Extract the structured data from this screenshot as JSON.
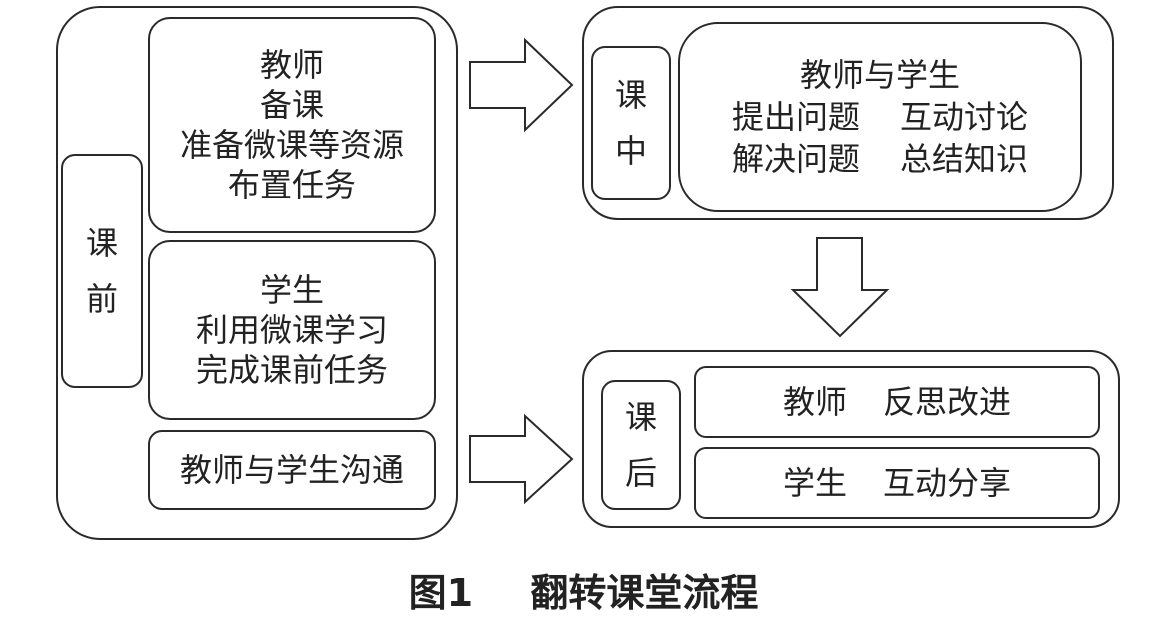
{
  "pre_class": {
    "label_chars": [
      "课",
      "前"
    ],
    "teacher": {
      "lines": [
        "教师",
        "备课",
        "准备微课等资源",
        "布置任务"
      ]
    },
    "student": {
      "lines": [
        "学生",
        "利用微课学习",
        "完成课前任务"
      ]
    },
    "communication": "教师与学生沟通"
  },
  "in_class": {
    "label_chars": [
      "课",
      "中"
    ],
    "title": "教师与学生",
    "rows": [
      [
        "提出问题",
        "互动讨论"
      ],
      [
        "解决问题",
        "总结知识"
      ]
    ]
  },
  "post_class": {
    "label_chars": [
      "课",
      "后"
    ],
    "teacher_row": [
      "教师",
      "反思改进"
    ],
    "student_row": [
      "学生",
      "互动分享"
    ]
  },
  "caption": {
    "number": "图1",
    "title": "翻转课堂流程"
  }
}
